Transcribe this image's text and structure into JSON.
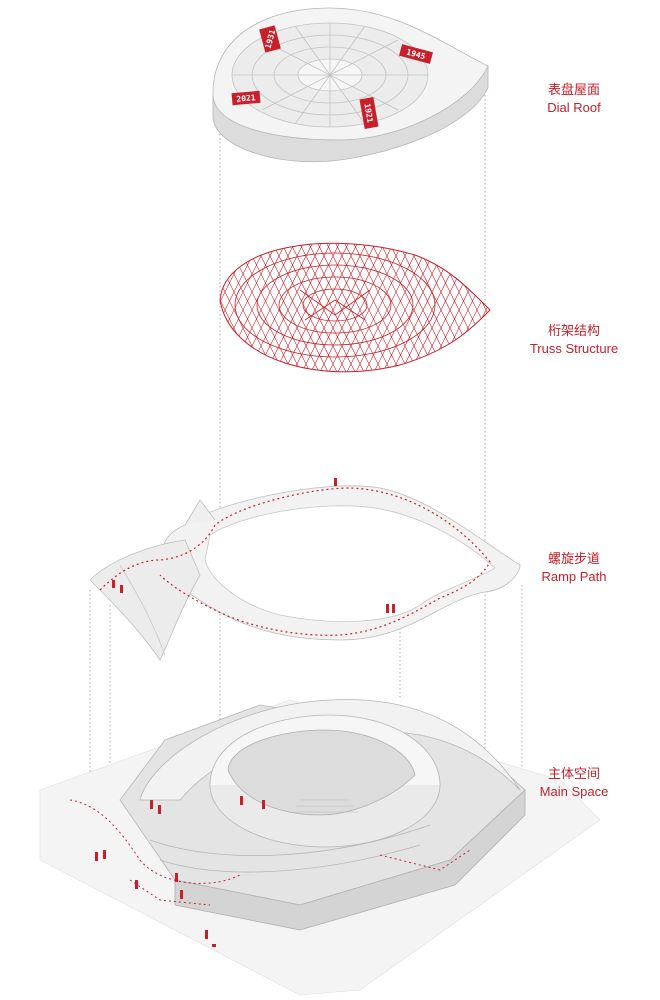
{
  "layers": [
    {
      "zh": "表盘屋面",
      "en": "Dial Roof"
    },
    {
      "zh": "桁架结构",
      "en": "Truss Structure"
    },
    {
      "zh": "螺旋步道",
      "en": "Ramp Path"
    },
    {
      "zh": "主体空间",
      "en": "Main Space"
    }
  ],
  "roof_years": [
    "1931",
    "1945",
    "2021",
    "1921"
  ],
  "colors": {
    "accent": "#c8202a",
    "model": "#f1f1f1",
    "shade": "#d9d9d9",
    "line": "#b8b8b8"
  }
}
